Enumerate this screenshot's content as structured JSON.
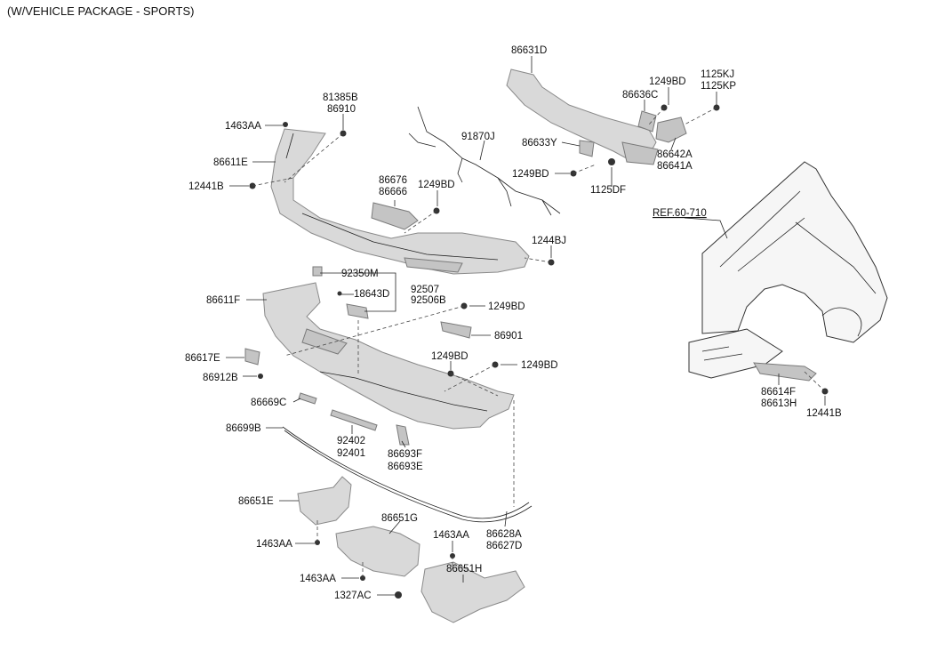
{
  "header": {
    "title": "(W/VEHICLE PACKAGE - SPORTS)"
  },
  "callouts": [
    {
      "id": "86631D",
      "text": "86631D"
    },
    {
      "id": "1249BD_a",
      "text": "1249BD"
    },
    {
      "id": "1125KJ",
      "text": "1125KJ"
    },
    {
      "id": "1125KP",
      "text": "1125KP"
    },
    {
      "id": "86636C",
      "text": "86636C"
    },
    {
      "id": "81385B",
      "text": "81385B"
    },
    {
      "id": "86910",
      "text": "86910"
    },
    {
      "id": "1463AA_a",
      "text": "1463AA"
    },
    {
      "id": "91870J",
      "text": "91870J"
    },
    {
      "id": "86633Y",
      "text": "86633Y"
    },
    {
      "id": "86642A",
      "text": "86642A"
    },
    {
      "id": "86641A",
      "text": "86641A"
    },
    {
      "id": "86611E",
      "text": "86611E"
    },
    {
      "id": "1249BD_b",
      "text": "1249BD"
    },
    {
      "id": "1125DF",
      "text": "1125DF"
    },
    {
      "id": "12441B_a",
      "text": "12441B"
    },
    {
      "id": "86676",
      "text": "86676"
    },
    {
      "id": "86666",
      "text": "86666"
    },
    {
      "id": "1249BD_c",
      "text": "1249BD"
    },
    {
      "id": "REF",
      "text": "REF.60-710"
    },
    {
      "id": "1244BJ",
      "text": "1244BJ"
    },
    {
      "id": "92350M",
      "text": "92350M"
    },
    {
      "id": "18643D",
      "text": "18643D"
    },
    {
      "id": "92507",
      "text": "92507"
    },
    {
      "id": "92506B",
      "text": "92506B"
    },
    {
      "id": "86611F",
      "text": "86611F"
    },
    {
      "id": "1249BD_d",
      "text": "1249BD"
    },
    {
      "id": "86901",
      "text": "86901"
    },
    {
      "id": "86617E",
      "text": "86617E"
    },
    {
      "id": "1249BD_e",
      "text": "1249BD"
    },
    {
      "id": "1249BD_f",
      "text": "1249BD"
    },
    {
      "id": "86912B",
      "text": "86912B"
    },
    {
      "id": "86614F",
      "text": "86614F"
    },
    {
      "id": "86613H",
      "text": "86613H"
    },
    {
      "id": "12441B_b",
      "text": "12441B"
    },
    {
      "id": "86669C",
      "text": "86669C"
    },
    {
      "id": "86699B",
      "text": "86699B"
    },
    {
      "id": "92402",
      "text": "92402"
    },
    {
      "id": "92401",
      "text": "92401"
    },
    {
      "id": "86693F",
      "text": "86693F"
    },
    {
      "id": "86693E",
      "text": "86693E"
    },
    {
      "id": "86651E",
      "text": "86651E"
    },
    {
      "id": "86651G",
      "text": "86651G"
    },
    {
      "id": "1463AA_b",
      "text": "1463AA"
    },
    {
      "id": "86628A",
      "text": "86628A"
    },
    {
      "id": "86627D",
      "text": "86627D"
    },
    {
      "id": "1463AA_c",
      "text": "1463AA"
    },
    {
      "id": "86651H",
      "text": "86651H"
    },
    {
      "id": "1463AA_d",
      "text": "1463AA"
    },
    {
      "id": "1327AC",
      "text": "1327AC"
    }
  ]
}
